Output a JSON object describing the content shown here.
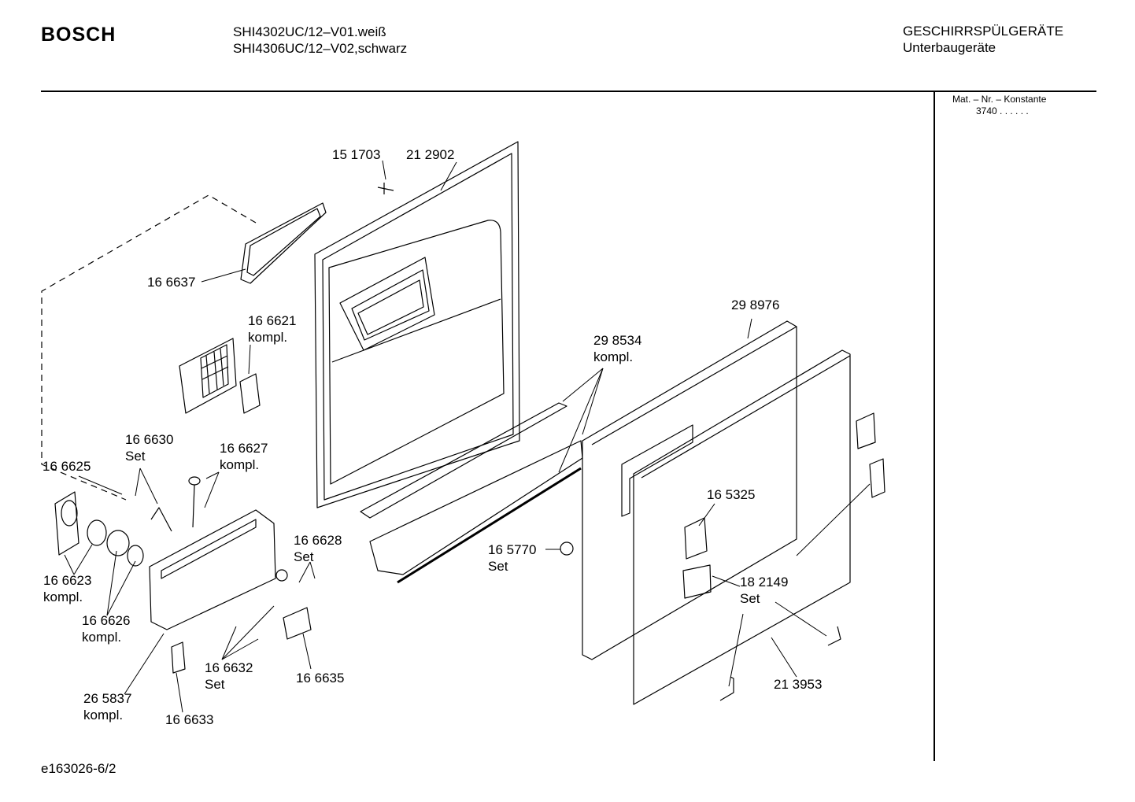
{
  "header": {
    "brand": "BOSCH",
    "model_line_1": "SHI4302UC/12–V01.weiß",
    "model_line_2": "SHI4306UC/12–V02,schwarz",
    "category": "GESCHIRRSPÜLGERÄTE",
    "subcategory": "Unterbaugeräte"
  },
  "sidebar": {
    "mat_label": "Mat. – Nr. – Konstante",
    "mat_value": "3740  .  .  .  .  .  ."
  },
  "footer": {
    "doc_id": "e163026-6/2"
  },
  "parts": [
    {
      "id": "p-151703",
      "lines": [
        "15 1703"
      ]
    },
    {
      "id": "p-212902",
      "lines": [
        "21 2902"
      ]
    },
    {
      "id": "p-166637",
      "lines": [
        "16 6637"
      ]
    },
    {
      "id": "p-166621",
      "lines": [
        "16 6621",
        "kompl."
      ]
    },
    {
      "id": "p-298976",
      "lines": [
        "29 8976"
      ]
    },
    {
      "id": "p-298534",
      "lines": [
        "29 8534",
        "kompl."
      ]
    },
    {
      "id": "p-166630",
      "lines": [
        "16 6630",
        "Set"
      ]
    },
    {
      "id": "p-166627",
      "lines": [
        "16 6627",
        "kompl."
      ]
    },
    {
      "id": "p-166625",
      "lines": [
        "16 6625"
      ]
    },
    {
      "id": "p-165325",
      "lines": [
        "16 5325"
      ]
    },
    {
      "id": "p-166628",
      "lines": [
        "16 6628",
        "Set"
      ]
    },
    {
      "id": "p-165770",
      "lines": [
        "16 5770"
      ]
    },
    {
      "id": "p-165770-set",
      "lines": [
        "Set"
      ]
    },
    {
      "id": "p-166623",
      "lines": [
        "16 6623",
        "kompl."
      ]
    },
    {
      "id": "p-182149",
      "lines": [
        "18 2149",
        "Set"
      ]
    },
    {
      "id": "p-166626",
      "lines": [
        "16 6626",
        "kompl."
      ]
    },
    {
      "id": "p-166632",
      "lines": [
        "16 6632",
        "Set"
      ]
    },
    {
      "id": "p-166635",
      "lines": [
        "16 6635"
      ]
    },
    {
      "id": "p-213953",
      "lines": [
        "21 3953"
      ]
    },
    {
      "id": "p-265837",
      "lines": [
        "26 5837",
        "kompl."
      ]
    },
    {
      "id": "p-166633",
      "lines": [
        "16 6633"
      ]
    }
  ]
}
